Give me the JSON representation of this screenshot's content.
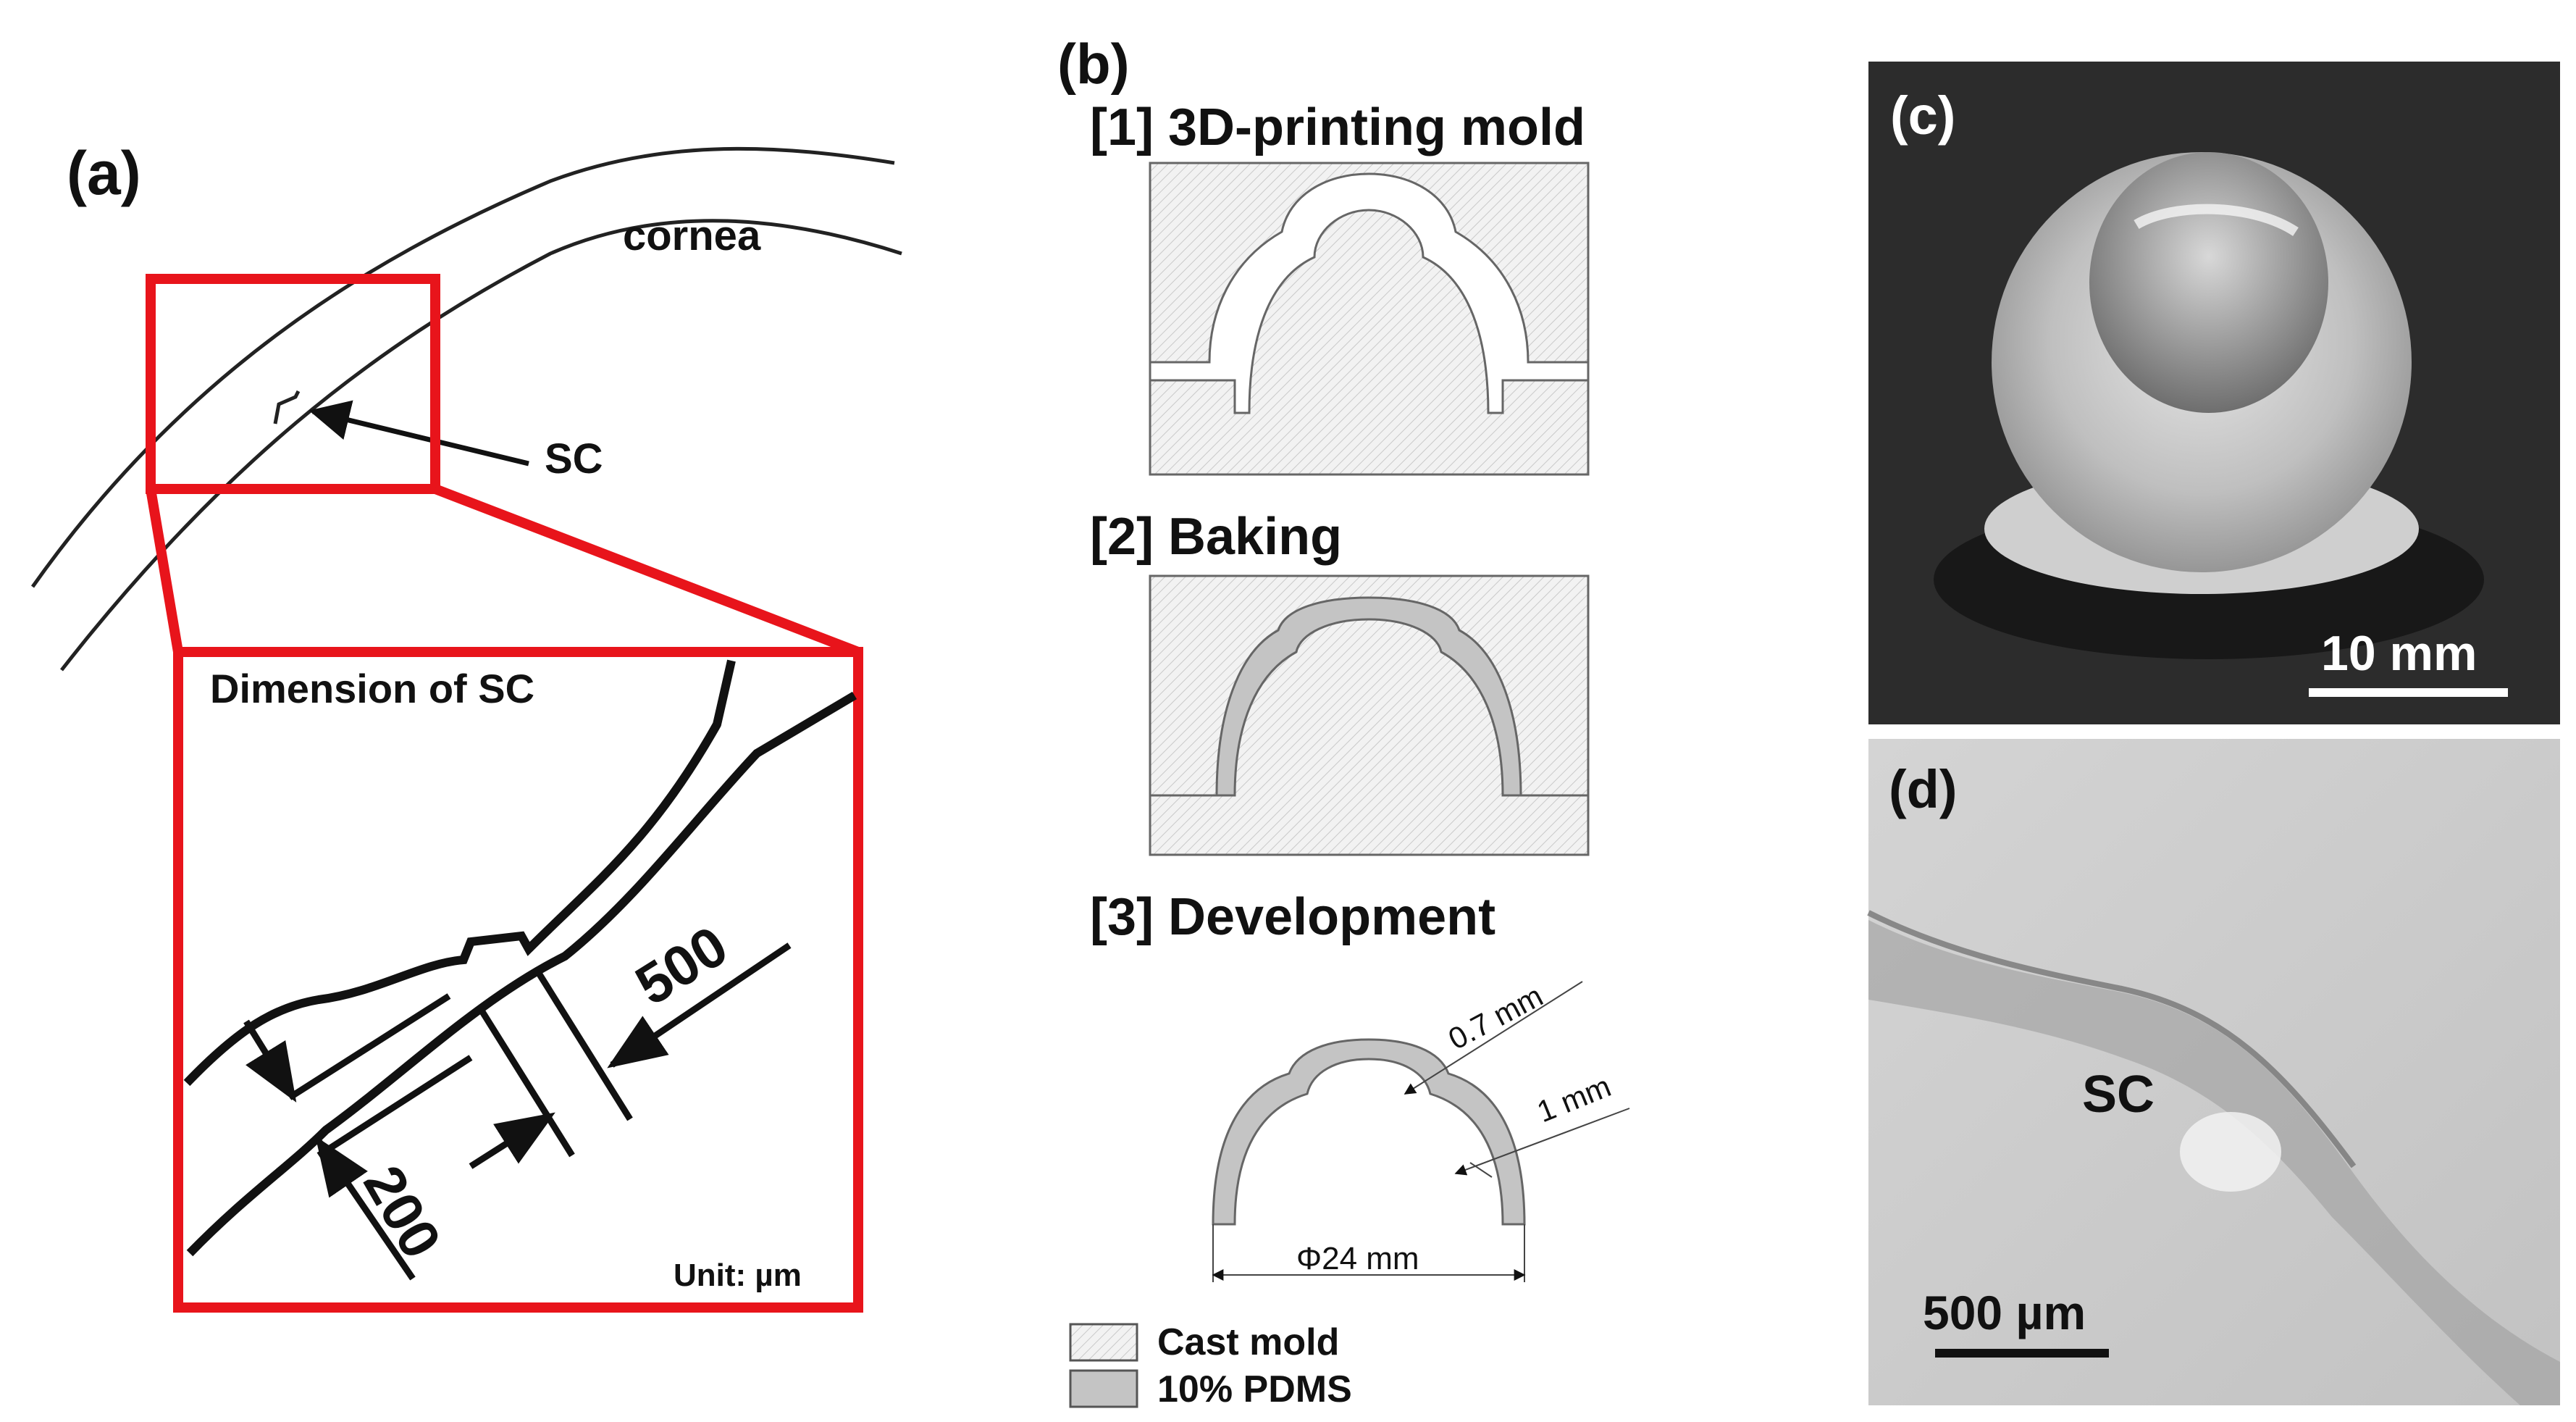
{
  "panel_a": {
    "label": "(a)",
    "cornea_label": "cornea",
    "sc_label": "SC",
    "inset_title": "Dimension of SC",
    "dim_500": "500",
    "dim_200": "200",
    "unit_label": "Unit: µm",
    "accent_color": "#e8141b"
  },
  "panel_b": {
    "label": "(b)",
    "steps": [
      {
        "title": "[1] 3D-printing mold"
      },
      {
        "title": "[2] Baking"
      },
      {
        "title": "[3] Development"
      }
    ],
    "dim_thin": "0.7 mm",
    "dim_thick": "1 mm",
    "dim_diameter": "Φ24 mm",
    "legend": [
      {
        "label": "Cast mold",
        "color": "#f1f1f1"
      },
      {
        "label": "10% PDMS",
        "color": "#c4c4c4"
      }
    ]
  },
  "panel_c": {
    "label": "(c)",
    "scale_label": "10 mm"
  },
  "panel_d": {
    "label": "(d)",
    "sc_label": "SC",
    "scale_label": "500 µm"
  }
}
